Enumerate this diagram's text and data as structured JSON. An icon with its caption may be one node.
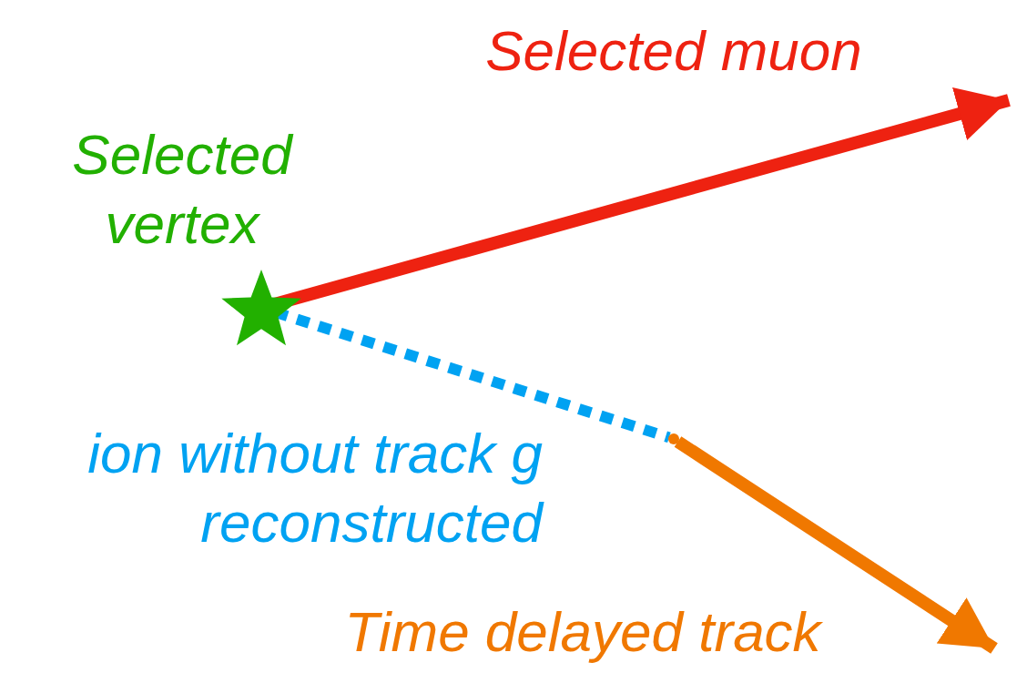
{
  "diagram": {
    "nodes": [
      {
        "text": [],
        "shape": "star",
        "beside": [
          "Selected vertex"
        ]
      },
      {
        "text": [],
        "shape": "point"
      }
    ],
    "edges": [
      {
        "from": 0,
        "to": null,
        "arrow": "to",
        "label": "Selected muon",
        "color": "#ee2211"
      },
      {
        "from": 0,
        "to": 1,
        "arrow": "none",
        "label": "ion without track g reconstructed",
        "style": "dashed",
        "color": "#00a2f2"
      },
      {
        "from": 1,
        "to": null,
        "arrow": "to",
        "label": "Time delayed track",
        "color": "#f07800"
      }
    ]
  }
}
